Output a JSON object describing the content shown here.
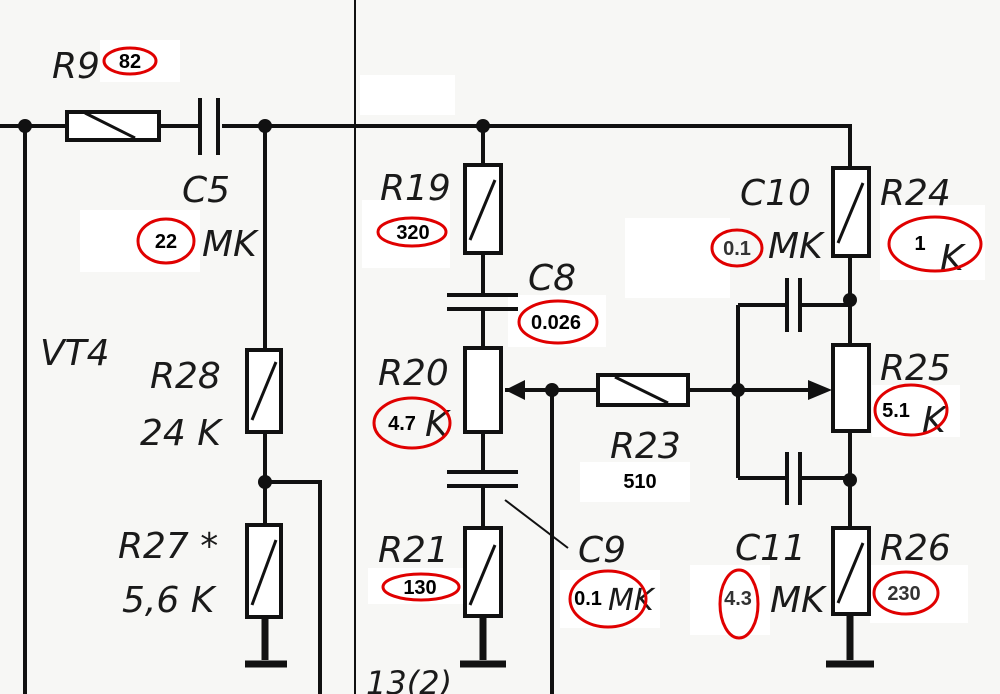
{
  "components": {
    "r9": {
      "ref": "R9",
      "value": "82"
    },
    "c5": {
      "ref": "C5",
      "value": "22",
      "unit": "MK"
    },
    "vt4": {
      "ref": "VT4"
    },
    "r28": {
      "ref": "R28",
      "value": "24 K"
    },
    "r27": {
      "ref": "R27 *",
      "value": "5,6 K"
    },
    "r19": {
      "ref": "R19",
      "value": "320"
    },
    "c8": {
      "ref": "C8",
      "value": "0.026"
    },
    "r20": {
      "ref": "R20",
      "value": "4.7",
      "unit": "K"
    },
    "r21": {
      "ref": "R21",
      "value": "130"
    },
    "c9": {
      "ref": "C9",
      "value": "0.1",
      "unit": "MK"
    },
    "r23": {
      "ref": "R23",
      "value": "510"
    },
    "c10": {
      "ref": "C10",
      "value": "0.1",
      "unit": "MK"
    },
    "r24": {
      "ref": "R24",
      "value": "1",
      "unit": "K"
    },
    "r25": {
      "ref": "R25",
      "value": "5.1",
      "unit": "K"
    },
    "c11": {
      "ref": "C11",
      "value": "4.3",
      "unit": "MK"
    },
    "r26": {
      "ref": "R26",
      "value": "230"
    }
  },
  "footer_label": "13(2)",
  "colors": {
    "ink": "#111111",
    "annotation": "#e00000",
    "paper": "#f7f7f5"
  }
}
